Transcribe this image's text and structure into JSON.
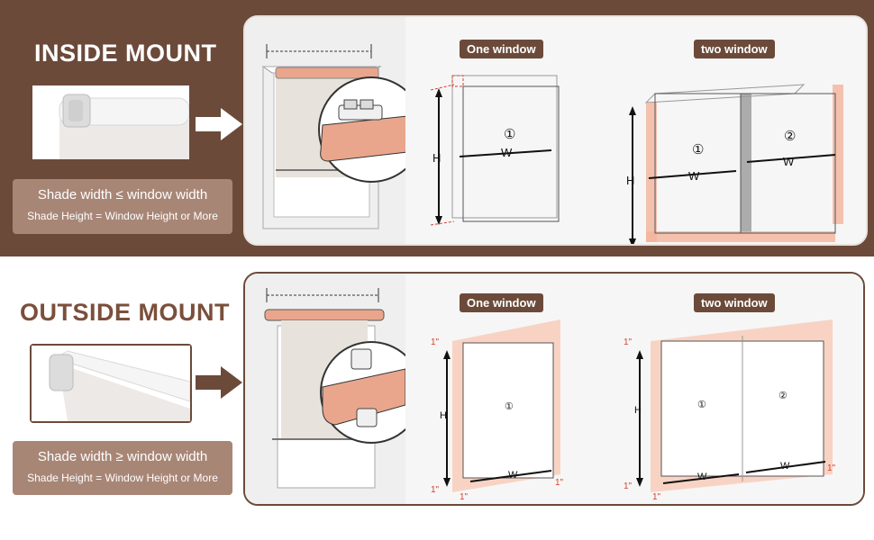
{
  "inside": {
    "title": "INSIDE MOUNT",
    "note_line1": "Shade width ≤ window width",
    "note_line2": "Shade Height = Window Height or More",
    "one_window_label": "One window",
    "two_window_label": "two window",
    "marker_1": "①",
    "marker_2": "②",
    "w_label": "W",
    "h_label": "H"
  },
  "outside": {
    "title": "OUTSIDE MOUNT",
    "note_line1": "Shade width ≥ window width",
    "note_line2": "Shade Height = Window Height or More",
    "one_window_label": "One window",
    "two_window_label": "two window",
    "marker_1": "①",
    "marker_2": "②",
    "w_label": "W",
    "h_label": "H",
    "inch_label": "1\""
  },
  "colors": {
    "brown": "#6b4a3a",
    "note_bg": "#a88676",
    "accent_peach": "#f2b49c",
    "accent_red": "#d9402b",
    "bar_salmon": "#e9a68c"
  }
}
